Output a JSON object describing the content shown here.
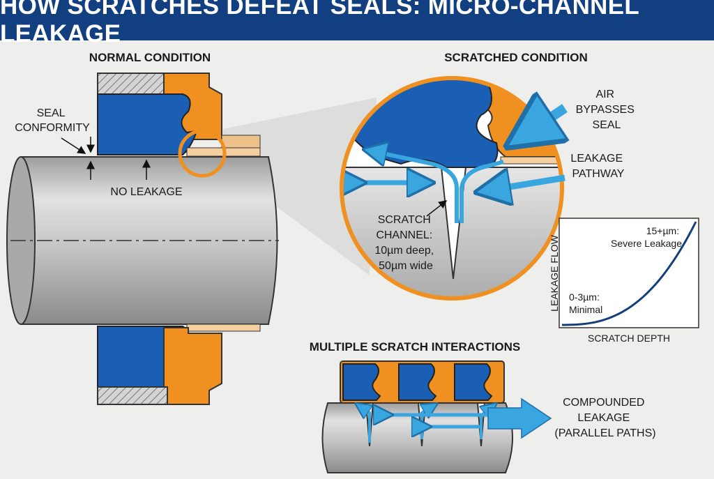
{
  "title": "HOW SCRATCHES DEFEAT SEALS: MICRO-CHANNEL LEAKAGE",
  "sections": {
    "normal": "NORMAL CONDITION",
    "scratched": "SCRATCHED CONDITION",
    "multiple": "MULTIPLE SCRATCH INTERACTIONS"
  },
  "labels": {
    "seal_conformity": [
      "SEAL",
      "CONFORMITY"
    ],
    "no_leakage": "NO LEAKAGE",
    "air_bypasses": [
      "AIR",
      "BYPASSES",
      "SEAL"
    ],
    "leakage_pathway": [
      "LEAKAGE",
      "PATHWAY"
    ],
    "scratch_channel": [
      "SCRATCH",
      "CHANNEL:",
      "10µm deep,",
      "50µm wide"
    ],
    "compounded": [
      "COMPOUNDED",
      "LEAKAGE",
      "(PARALLEL PATHS)"
    ]
  },
  "chart_data": {
    "type": "line",
    "xlabel": "SCRATCH DEPTH",
    "ylabel": "LEAKAGE FLOW",
    "annotations": [
      {
        "text": [
          "0-3µm:",
          "Minimal"
        ]
      },
      {
        "text": [
          "15+µm:",
          "Severe Leakage"
        ]
      }
    ],
    "curve": "exponential-increase"
  },
  "colors": {
    "banner": "#123f80",
    "seal_blue": "#1a5fb4",
    "bracket_orange": "#ef9020",
    "arrow_blue": "#3aa6e0",
    "shaft_gray": "#b8b8b8"
  }
}
